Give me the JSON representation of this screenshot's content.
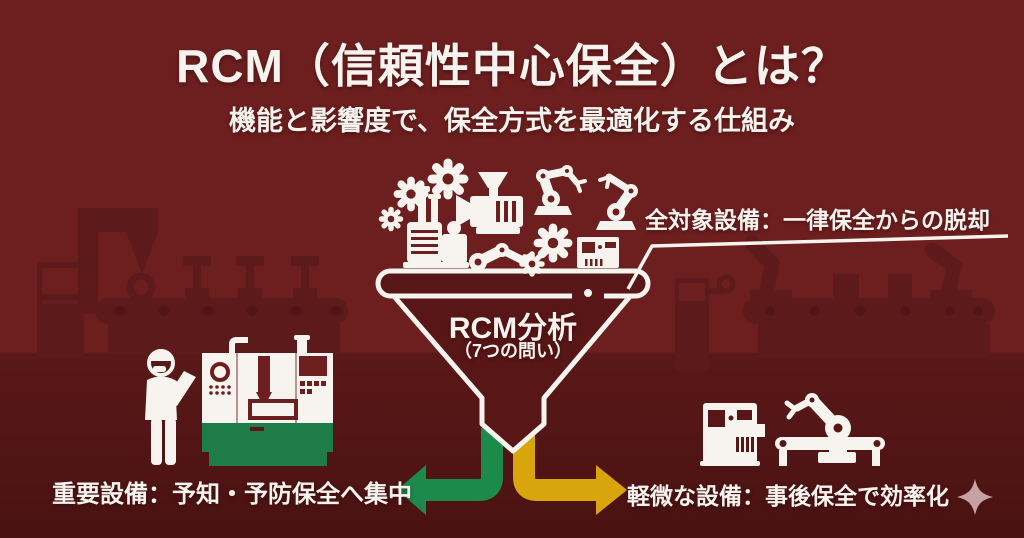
{
  "header": {
    "title": "RCM（信頼性中心保全）とは？",
    "subtitle": "機能と影響度で、保全方式を最適化する仕組み"
  },
  "funnel": {
    "label": "RCM分析",
    "sublabel": "（7つの問い）",
    "caption": "全対象設備：一律保全からの脱却"
  },
  "outcomes": {
    "important": {
      "label": "重要設備：予知・予防保全へ集中",
      "arrow": "left",
      "arrow_color": "#1b8a4b"
    },
    "minor": {
      "label": "軽微な設備：事後保全で効率化",
      "arrow": "right",
      "arrow_color": "#d9a50d"
    }
  },
  "colors": {
    "background_top": "#6d1f1f",
    "background_floor": "#4a1212",
    "silhouette": "#5d1a1a",
    "funnel_fill": "#591616",
    "foreground_white": "#f7f3ef",
    "machine_green": "#1e7c49",
    "sparkle": "#c8a2a2"
  },
  "icons": [
    "gear-icon",
    "pump-icon",
    "compressor-icon",
    "robot-arm-icon",
    "control-cabinet-icon",
    "funnel-icon",
    "worker-icon",
    "cnc-machine-icon",
    "generator-icon",
    "rail-robot-icon",
    "factory-silhouette",
    "sparkle-icon"
  ]
}
